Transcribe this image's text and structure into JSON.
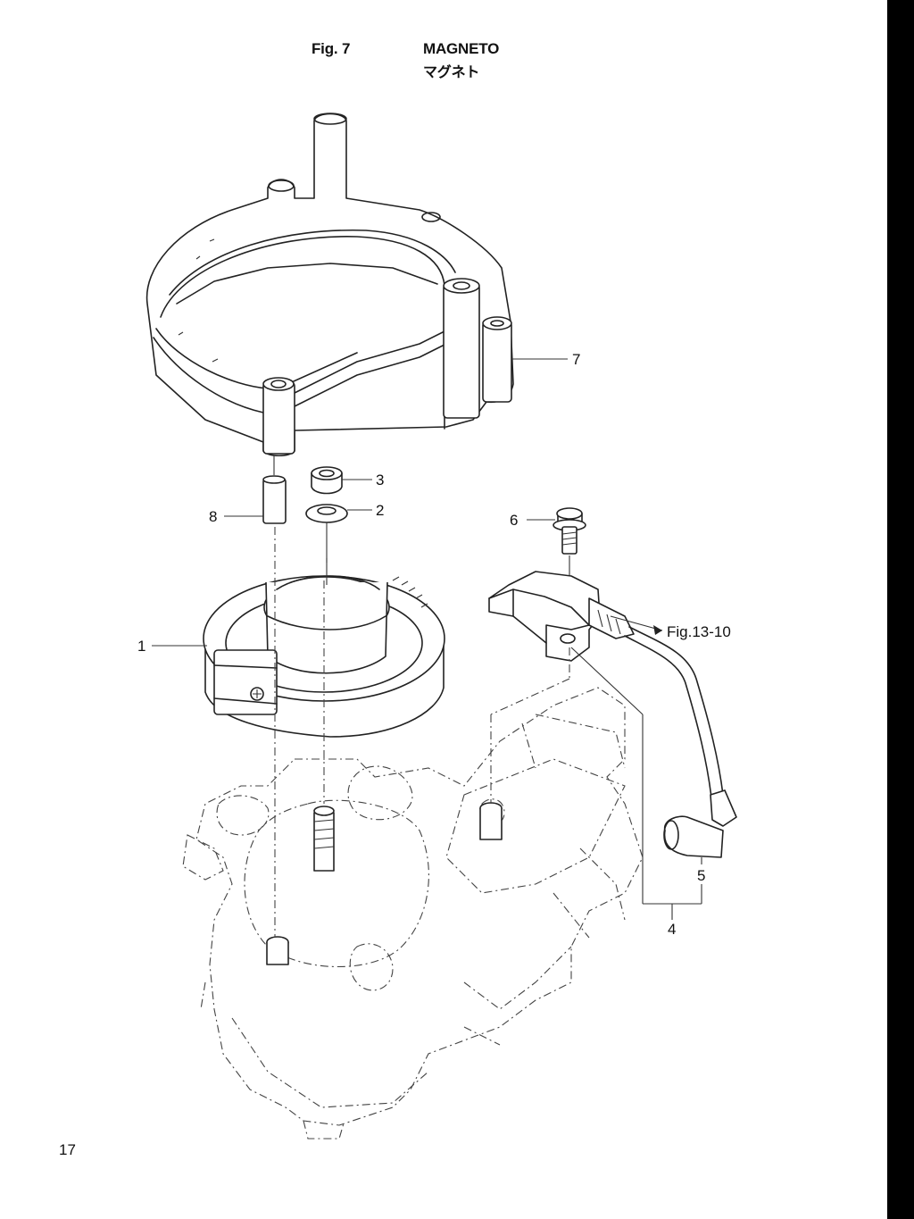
{
  "header": {
    "fig": "Fig. 7",
    "title_en": "MAGNETO",
    "title_ja": "マグネト"
  },
  "callouts": [
    {
      "id": "7",
      "label": "7"
    },
    {
      "id": "3",
      "label": "3"
    },
    {
      "id": "2",
      "label": "2"
    },
    {
      "id": "8",
      "label": "8"
    },
    {
      "id": "6",
      "label": "6"
    },
    {
      "id": "1",
      "label": "1"
    },
    {
      "id": "ref",
      "label": "Fig.13-10"
    },
    {
      "id": "5",
      "label": "5"
    },
    {
      "id": "4",
      "label": "4"
    }
  ],
  "page_number": "17"
}
